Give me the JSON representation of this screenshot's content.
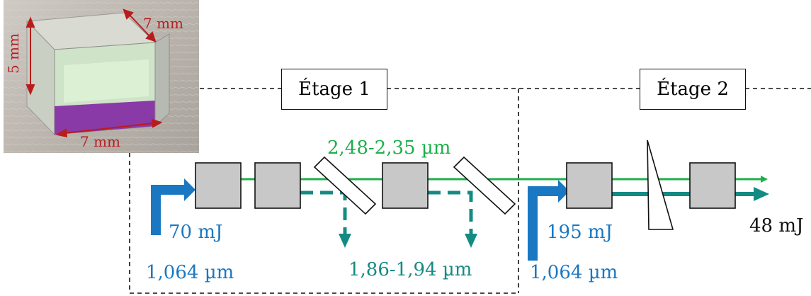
{
  "photo": {
    "dims": {
      "top": "7 mm",
      "side": "5 mm",
      "bottom": "7 mm"
    }
  },
  "stages": {
    "stage1": "Étage 1",
    "stage2": "Étage 2"
  },
  "beams": {
    "pump1_energy": "70 mJ",
    "pump1_wavelength": "1,064 µm",
    "pump2_energy": "195 mJ",
    "pump2_wavelength": "1,064 µm",
    "signal_wavelength": "2,48-2,35 µm",
    "idler_wavelength": "1,86-1,94 µm",
    "output_energy": "48 mJ"
  },
  "colors": {
    "pump": "#1a78c2",
    "signal": "#1cb04c",
    "idler": "#138b83",
    "crystal_fill": "#c8c8c8",
    "dimension_arrow": "#b91c1c"
  }
}
